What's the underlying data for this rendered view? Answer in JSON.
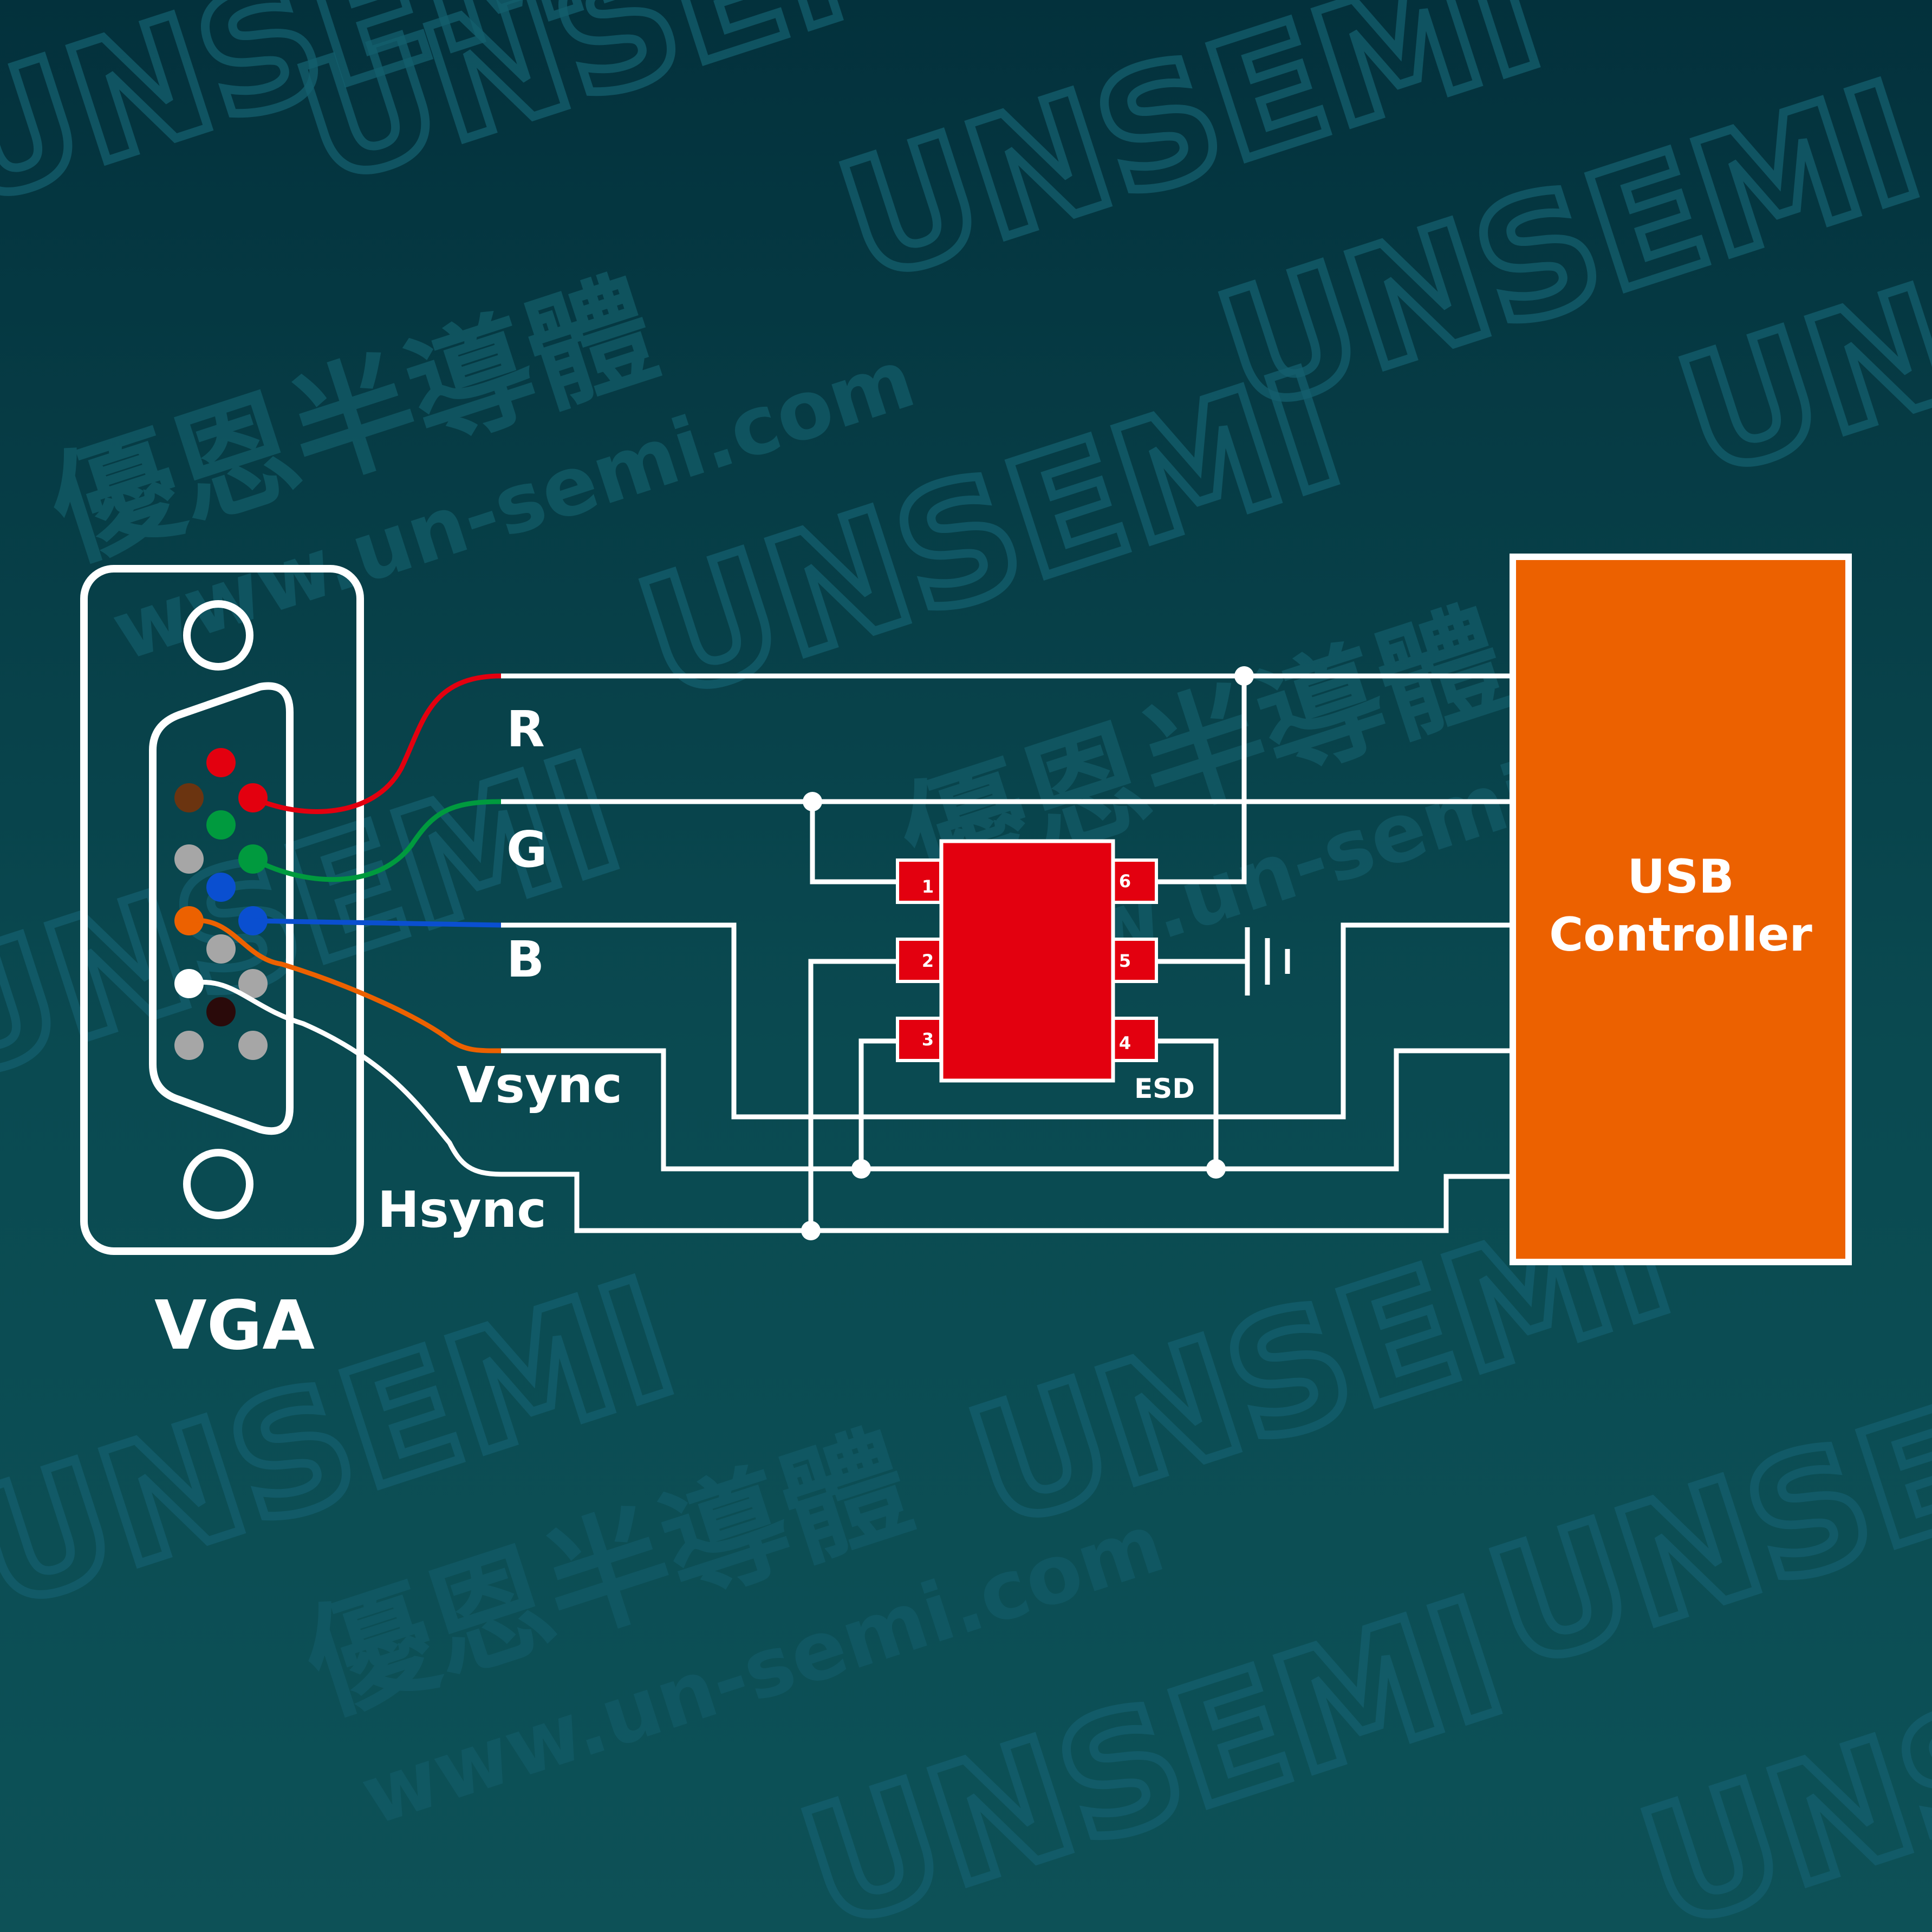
{
  "brand": {
    "logo_text": "UNSEMI",
    "company_cn": "優恩半導體",
    "website": "www.un-semi.com"
  },
  "colors": {
    "background": "#064048",
    "wire": "#ffffff",
    "red": "#e3000f",
    "green": "#009a3e",
    "blue": "#0a4fd0",
    "orange": "#ec6100",
    "brown": "#6b3410",
    "gray": "#a6a6a6",
    "dark": "#2a0a0a",
    "esd_chip": "#e3000f",
    "usb_block": "#ec6100"
  },
  "connector": {
    "label": "VGA"
  },
  "signals": [
    {
      "id": "r",
      "label": "R"
    },
    {
      "id": "g",
      "label": "G"
    },
    {
      "id": "b",
      "label": "B"
    },
    {
      "id": "vsync",
      "label": "Vsync"
    },
    {
      "id": "hsync",
      "label": "Hsync"
    }
  ],
  "esd": {
    "label": "ESD",
    "pins": [
      "1",
      "2",
      "3",
      "4",
      "5",
      "6"
    ]
  },
  "usb": {
    "line1": "USB",
    "line2": "Controller"
  }
}
